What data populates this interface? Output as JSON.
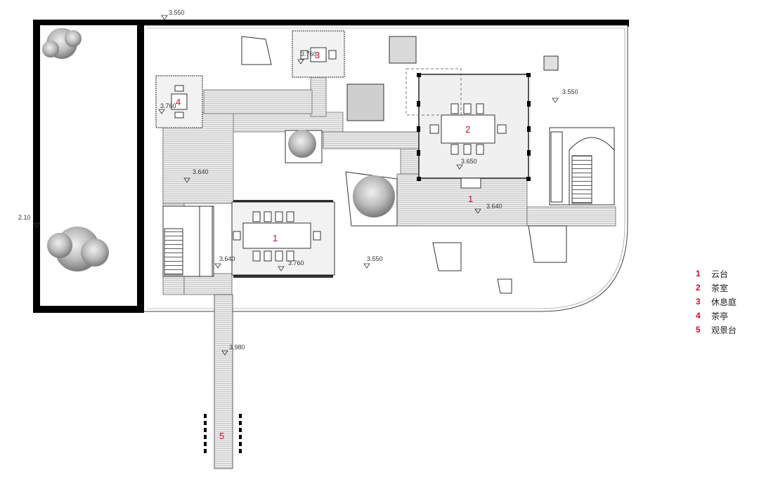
{
  "elevations": {
    "top_edge": "3.550",
    "left_edge": "2.10",
    "pavilion4": "3.760",
    "pavilion3": "3.760",
    "garden_right": "3.550",
    "tea_room_floor": "3.650",
    "cloud_platform_deck": "3.640",
    "left_deck": "3.640",
    "stair_landing": "3.640",
    "center_table": "3.760",
    "courtyard_mid": "3.550",
    "walkway": "3.980"
  },
  "area_numbers": {
    "yuntai_table": "1",
    "yuntai_deck": "1",
    "tea_room": "2",
    "rest_court": "3",
    "tea_pavilion": "4",
    "viewing_deck": "5"
  },
  "legend": [
    {
      "num": "1",
      "label": "云台"
    },
    {
      "num": "2",
      "label": "茶室"
    },
    {
      "num": "3",
      "label": "休息庭"
    },
    {
      "num": "4",
      "label": "茶亭"
    },
    {
      "num": "5",
      "label": "观景台"
    }
  ],
  "colors": {
    "wall": "#000000",
    "deck": "#e6e6e6",
    "line": "#555555",
    "accent": "#c8102e"
  }
}
